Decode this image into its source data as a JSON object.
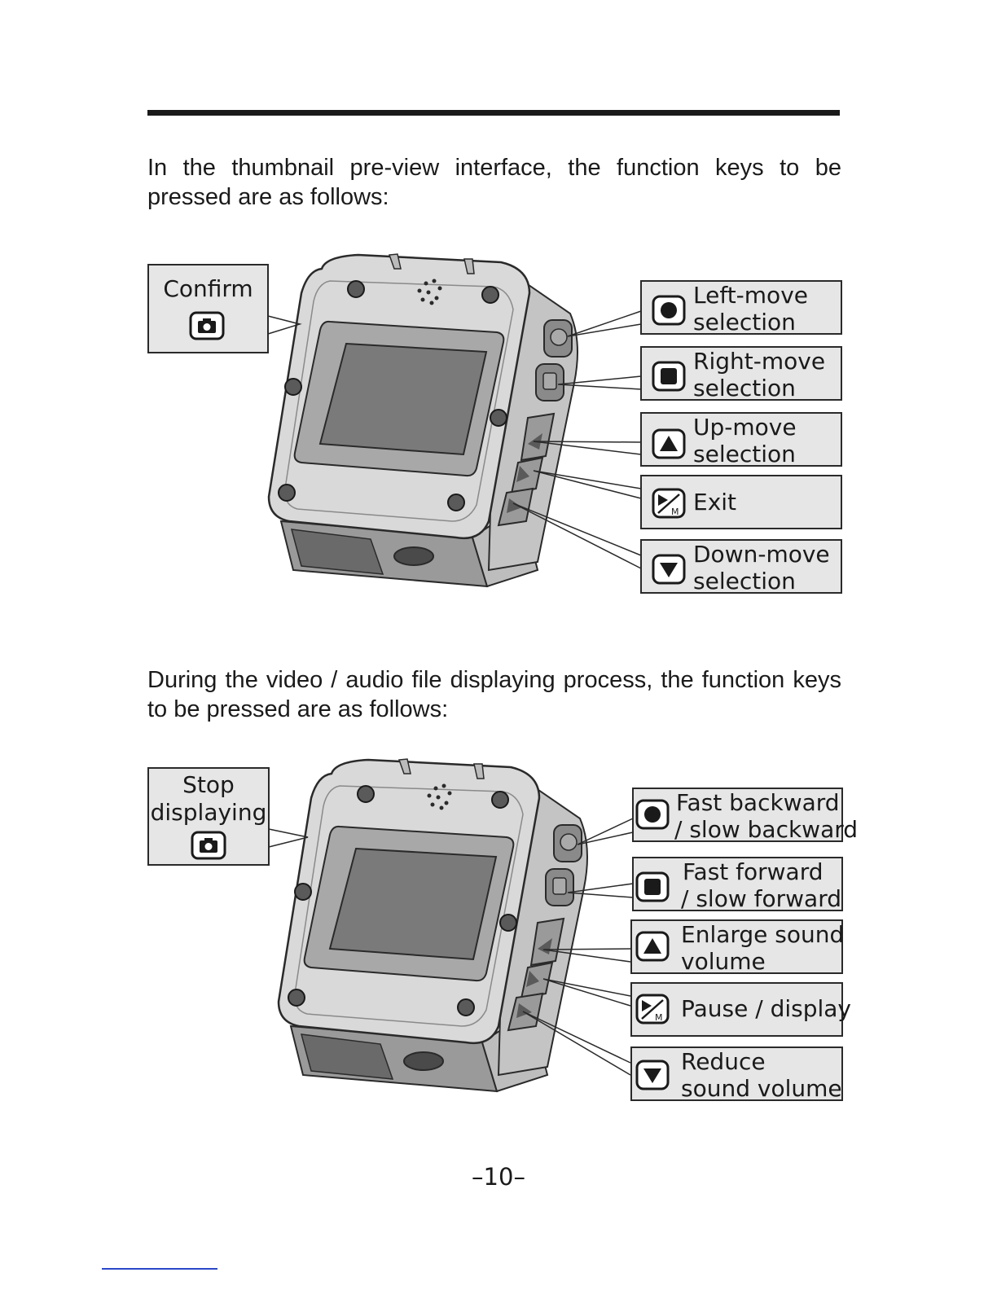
{
  "intro_1": "In the thumbnail pre-view interface, the function keys to be pressed are as follows:",
  "intro_2": "During the video / audio file displaying process, the function keys to be pressed are as follows:",
  "figure_1": {
    "left_label": "Confirm",
    "left_icon": "camera-icon",
    "keys": [
      {
        "icon": "circle-key-icon",
        "line1": "Left-move",
        "line2": "selection"
      },
      {
        "icon": "square-key-icon",
        "line1": "Right-move",
        "line2": "selection"
      },
      {
        "icon": "up-triangle-key-icon",
        "line1": "Up-move",
        "line2": "selection"
      },
      {
        "icon": "play-mode-key-icon",
        "line1": "Exit",
        "line2": ""
      },
      {
        "icon": "down-triangle-key-icon",
        "line1": "Down-move",
        "line2": "selection"
      }
    ]
  },
  "figure_2": {
    "left_label_line1": "Stop",
    "left_label_line2": "displaying",
    "left_icon": "camera-icon",
    "keys": [
      {
        "icon": "circle-key-icon",
        "line1": "Fast backward",
        "line2": "/ slow backward"
      },
      {
        "icon": "square-key-icon",
        "line1": "Fast forward",
        "line2": "/ slow forward"
      },
      {
        "icon": "up-triangle-key-icon",
        "line1": "Enlarge sound",
        "line2": "volume"
      },
      {
        "icon": "play-mode-key-icon",
        "line1": "Pause / display",
        "line2": ""
      },
      {
        "icon": "down-triangle-key-icon",
        "line1": "Reduce",
        "line2": "sound volume"
      }
    ]
  },
  "page_number": "–10–",
  "colors": {
    "label_fill": "#e6e6e6",
    "device_body": "#d9d9d9",
    "screen": "#7a7a7a",
    "text": "#1a1a1a"
  }
}
